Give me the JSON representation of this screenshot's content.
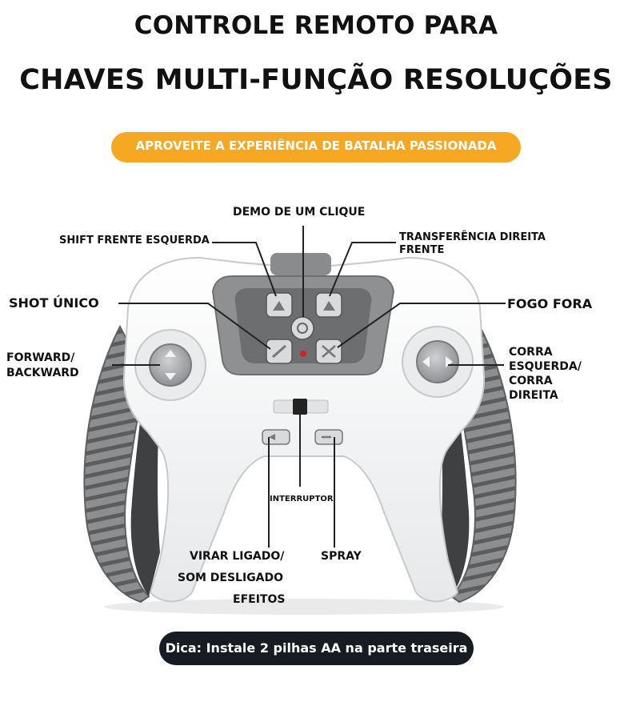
{
  "header": {
    "title_line1": "CONTROLE REMOTO PARA",
    "title_line2": "CHAVES MULTI-FUNÇÃO RESOLUÇÕES",
    "banner": "APROVEITE A EXPERIÊNCIA DE BATALHA PASSIONADA"
  },
  "labels": {
    "demo": "DEMO DE UM CLIQUE",
    "shift_left": "SHIFT FRENTE ESQUERDA",
    "transfer_right_1": "TRANSFERÊNCIA DIREITA",
    "transfer_right_2": "FRENTE",
    "single_shot": "SHOT ÚNICO",
    "fire_out": "FOGO FORA",
    "forward_1": "FORWARD/",
    "forward_2": "BACKWARD",
    "run_1": "CORRA",
    "run_2": "ESQUERDA/",
    "run_3": "CORRA",
    "run_4": "DIREITA",
    "switch": "INTERRUPTOR",
    "sound_1": "VIRAR LIGADO/",
    "sound_2": "SOM DESLIGADO",
    "sound_3": "EFEITOS",
    "spray": "SPRAY"
  },
  "tip": "Dica: Instale 2 pilhas AA na parte traseira",
  "colors": {
    "banner": "#f7a822",
    "tip_background": "#171c22",
    "controller_body": "#f4f5f5",
    "controller_grey": "#7d7e80",
    "indicator_led": "#d42020"
  }
}
